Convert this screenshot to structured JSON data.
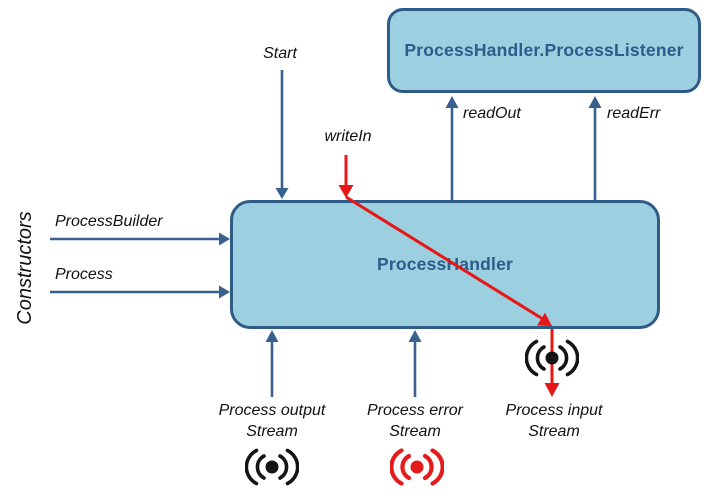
{
  "colors": {
    "box_fill": "#9CCFDF",
    "box_border": "#2F5B87",
    "box_text": "#2B5C8C",
    "arrow_blue": "#38618F",
    "arrow_red": "#E81717",
    "icon_black": "#141414",
    "icon_red": "#E31B1B",
    "label_text": "#111111",
    "background": "#FFFFFF"
  },
  "boxes": {
    "listener": {
      "label": "ProcessHandler.ProcessListener"
    },
    "handler": {
      "label": "ProcessHandler"
    }
  },
  "labels": {
    "start": "Start",
    "write_in": "writeIn",
    "read_out": "readOut",
    "read_err": "readErr",
    "constructors": "Constructors",
    "process_builder": "ProcessBuilder",
    "process": "Process"
  },
  "streams": {
    "output": {
      "line1": "Process output",
      "line2": "Stream"
    },
    "error": {
      "line1": "Process error",
      "line2": "Stream"
    },
    "input": {
      "line1": "Process input",
      "line2": "Stream"
    }
  },
  "icons": {
    "output": "broadcast-icon-black",
    "error": "broadcast-icon-red",
    "input": "broadcast-icon-black"
  }
}
